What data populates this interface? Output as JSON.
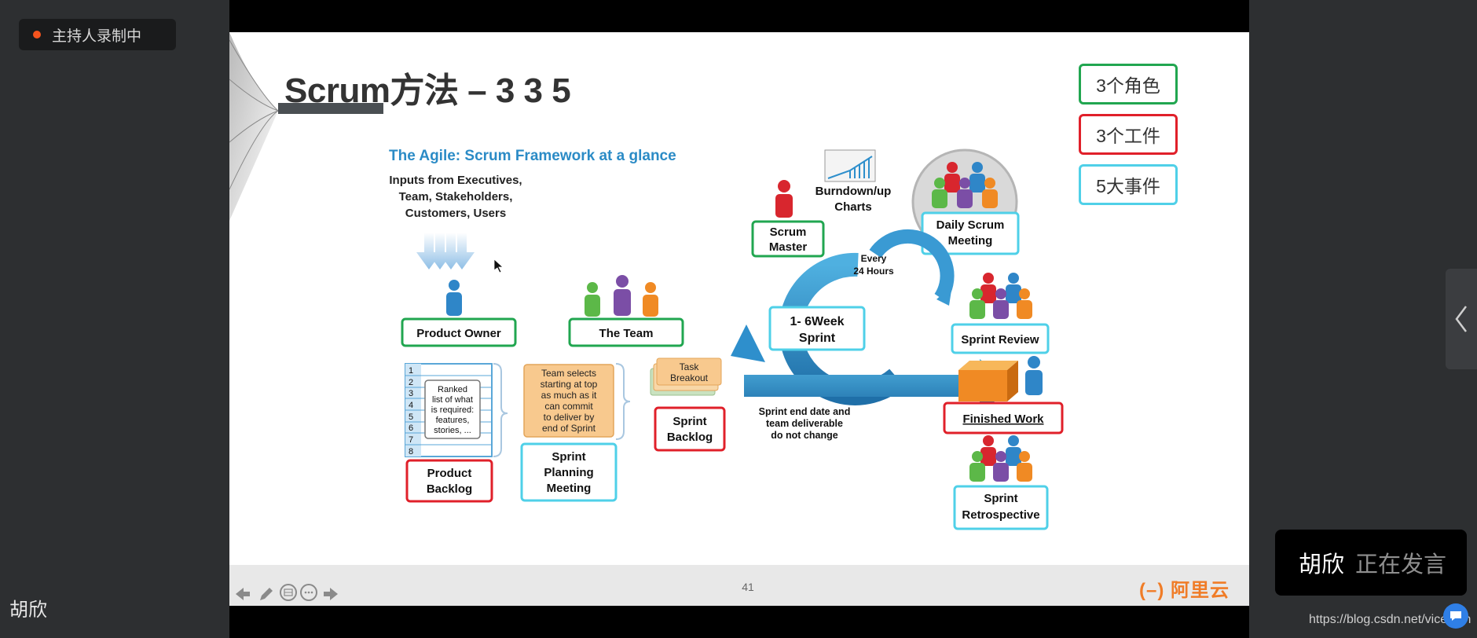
{
  "recording": {
    "label": "主持人录制中"
  },
  "presenter_left": {
    "name": "胡欣"
  },
  "slide": {
    "title": "Scrum方法 – 3 3 5",
    "legend": [
      "3个角色",
      "3个工件",
      "5大事件"
    ],
    "page_number": "41",
    "brand": "(–) 阿里云",
    "diagram": {
      "heading": "The Agile: Scrum Framework at a glance",
      "inputs": [
        "Inputs from Executives,",
        "Team, Stakeholders,",
        "Customers, Users"
      ],
      "product_owner": "Product Owner",
      "the_team": "The Team",
      "scrum_master": [
        "Scrum",
        "Master"
      ],
      "burndown": [
        "Burndown/up",
        "Charts"
      ],
      "daily_scrum": [
        "Daily Scrum",
        "Meeting"
      ],
      "every_24": [
        "Every",
        "24 Hours"
      ],
      "sprint": [
        "1- 6Week",
        "Sprint"
      ],
      "sprint_review": "Sprint Review",
      "finished_work": "Finished Work",
      "sprint_retro": [
        "Sprint",
        "Retrospective"
      ],
      "product_backlog": [
        "Product",
        "Backlog"
      ],
      "backlog_numbers": [
        "1",
        "2",
        "3",
        "4",
        "5",
        "6",
        "7",
        "8"
      ],
      "ranked_note": [
        "Ranked",
        "list of what",
        "is required:",
        "features,",
        "stories, ..."
      ],
      "team_selects": [
        "Team selects",
        "starting at top",
        "as much as it",
        "can commit",
        "to deliver by",
        "end of Sprint"
      ],
      "sprint_planning": [
        "Sprint",
        "Planning",
        "Meeting"
      ],
      "task_breakout": [
        "Task",
        "Breakout"
      ],
      "sprint_backlog": [
        "Sprint",
        "Backlog"
      ],
      "sprint_end_note": [
        "Sprint end date and",
        "team deliverable",
        "do not change"
      ]
    }
  },
  "speaker": {
    "name": "胡欣",
    "status": "正在发言"
  },
  "watermark": {
    "url": "https://blog.csdn.net/vicenian"
  },
  "colors": {
    "role": "#21a650",
    "artifact": "#e0202a",
    "event": "#4fd0e8",
    "accent": "#2e8fcc"
  },
  "icons": {
    "tab": "chevron-left-icon",
    "chat": "chat-icon"
  }
}
